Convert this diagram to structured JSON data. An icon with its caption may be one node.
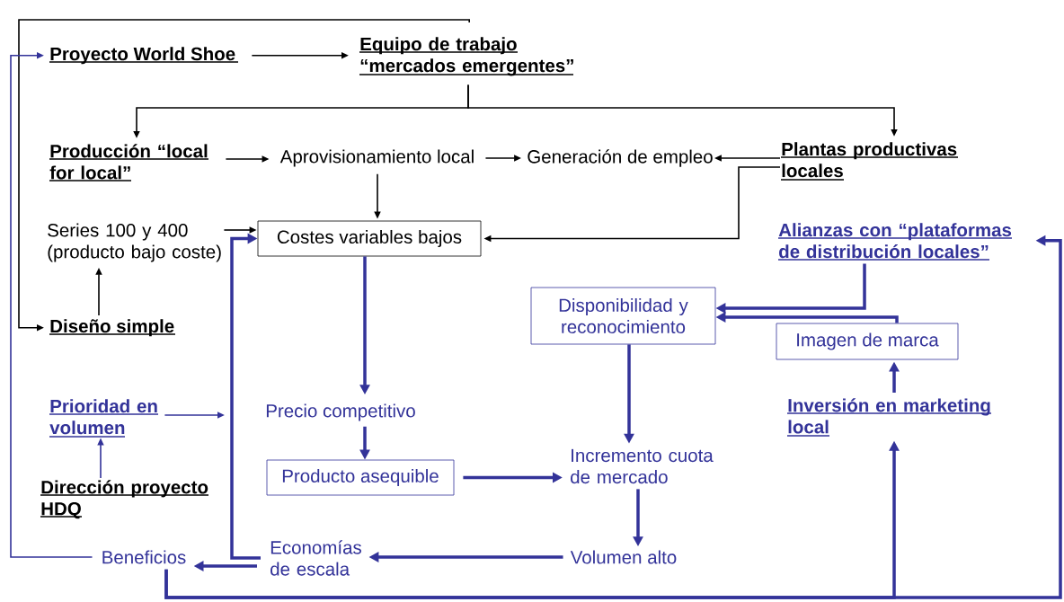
{
  "diagram": {
    "nodes": [
      {
        "text": [
          "Proyecto World Shoe"
        ]
      },
      {
        "text": [
          "Equipo de trabajo “mercados emergentes”"
        ]
      },
      {
        "text": [
          "Producción “local for local”"
        ]
      },
      {
        "text": [
          "Aprovisionamiento local"
        ]
      },
      {
        "text": [
          "Generación de empleo"
        ]
      },
      {
        "text": [
          "Plantas productivas locales"
        ]
      },
      {
        "text": [
          "Series 100 y 400 (producto bajo coste)"
        ]
      },
      {
        "text": [
          "Costes variables bajos"
        ]
      },
      {
        "text": [
          "Diseño simple"
        ]
      },
      {
        "text": [
          "Alianzas con “plataformas de distribución locales”"
        ]
      },
      {
        "text": [
          "Disponibilidad y reconocimiento"
        ]
      },
      {
        "text": [
          "Imagen de marca"
        ]
      },
      {
        "text": [
          "Prioridad en volumen"
        ]
      },
      {
        "text": [
          "Precio competitivo"
        ]
      },
      {
        "text": [
          "Inversión en marketing local"
        ]
      },
      {
        "text": [
          "Producto asequible"
        ]
      },
      {
        "text": [
          "Incremento cuota de mercado"
        ]
      },
      {
        "text": [
          "Dirección proyecto HDQ"
        ]
      },
      {
        "text": [
          "Volumen alto"
        ]
      },
      {
        "text": [
          "Economías de escala"
        ]
      },
      {
        "text": [
          "Beneficios"
        ]
      }
    ],
    "edges": [
      {
        "from": 0,
        "to": 1,
        "arrow": "to",
        "color": "#000000"
      },
      {
        "from": 1,
        "to": 8,
        "arrow": "to",
        "color": "#000000"
      },
      {
        "from": 1,
        "to": 2,
        "arrow": "to",
        "color": "#000000"
      },
      {
        "from": 1,
        "to": 5,
        "arrow": "to",
        "color": "#000000"
      },
      {
        "from": 2,
        "to": 3,
        "arrow": "to",
        "color": "#000000"
      },
      {
        "from": 3,
        "to": 4,
        "arrow": "to",
        "color": "#000000"
      },
      {
        "from": 5,
        "to": 4,
        "arrow": "to",
        "color": "#000000"
      },
      {
        "from": 5,
        "to": 7,
        "arrow": "to",
        "color": "#000000"
      },
      {
        "from": 3,
        "to": 7,
        "arrow": "to",
        "color": "#000000"
      },
      {
        "from": 6,
        "to": 7,
        "arrow": "to",
        "color": "#000000"
      },
      {
        "from": 8,
        "to": 6,
        "arrow": "to",
        "color": "#000000"
      },
      {
        "from": 20,
        "to": 0,
        "arrow": "to"
      },
      {
        "from": 12,
        "to": null,
        "arrow": "to"
      },
      {
        "from": 17,
        "to": 12,
        "arrow": "to"
      },
      {
        "from": 7,
        "to": 13,
        "arrow": "to",
        "style": "thick"
      },
      {
        "from": 13,
        "to": 15,
        "arrow": "to",
        "style": "thick"
      },
      {
        "from": 15,
        "to": 16,
        "arrow": "to",
        "style": "thick"
      },
      {
        "from": 10,
        "to": 16,
        "arrow": "to",
        "style": "thick"
      },
      {
        "from": 16,
        "to": 18,
        "arrow": "to",
        "style": "thick"
      },
      {
        "from": 18,
        "to": 19,
        "arrow": "to",
        "style": "thick"
      },
      {
        "from": 19,
        "to": 20,
        "arrow": "to",
        "style": "thick"
      },
      {
        "from": 19,
        "to": 7,
        "arrow": "to",
        "style": "thick"
      },
      {
        "from": 9,
        "to": 10,
        "arrow": "to",
        "style": "thick"
      },
      {
        "from": 11,
        "to": 10,
        "arrow": "to",
        "style": "thick"
      },
      {
        "from": 14,
        "to": 11,
        "arrow": "to",
        "style": "thick"
      },
      {
        "from": 20,
        "to": 14,
        "arrow": "to",
        "style": "thick"
      },
      {
        "from": 20,
        "to": 9,
        "arrow": "to",
        "style": "thick"
      }
    ]
  }
}
